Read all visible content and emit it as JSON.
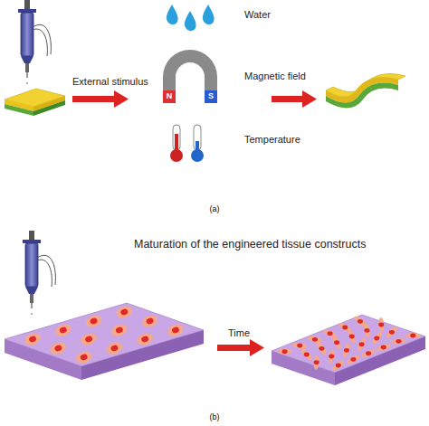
{
  "diagram": {
    "labels": [
      "Water",
      "External stimulus",
      "Magnetic field",
      "N",
      "S",
      "Temperature",
      "(a)",
      "Maturation of the engineered tissue constructs",
      "Time",
      "(b)"
    ]
  }
}
